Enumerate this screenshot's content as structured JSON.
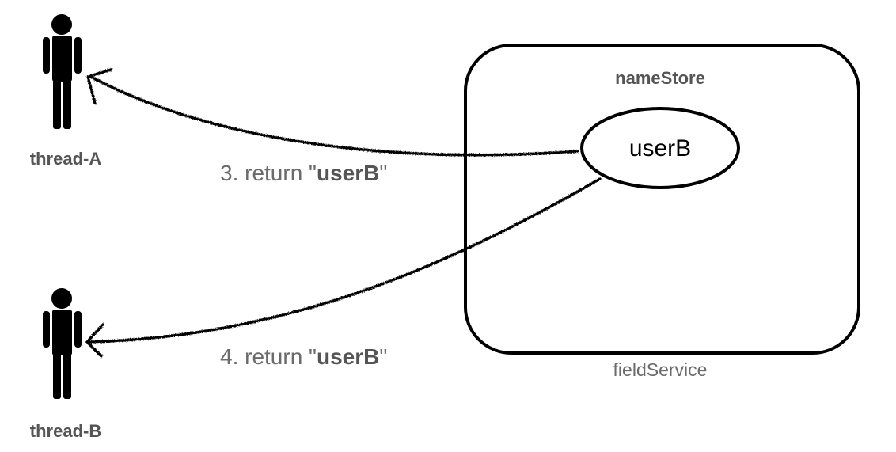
{
  "actors": {
    "thread_a": {
      "label": "thread-A",
      "icon": "person-icon"
    },
    "thread_b": {
      "label": "thread-B",
      "icon": "person-icon"
    }
  },
  "service": {
    "label": "fieldService",
    "store_label": "nameStore",
    "value": "userB"
  },
  "arrows": {
    "to_a": {
      "prefix": "3. return \"",
      "value": "userB",
      "suffix": "\""
    },
    "to_b": {
      "prefix": "4. return \"",
      "value": "userB",
      "suffix": "\""
    }
  },
  "colors": {
    "stroke": "#000000",
    "label_dark": "#555555",
    "label_mid": "#6b6b6b"
  }
}
